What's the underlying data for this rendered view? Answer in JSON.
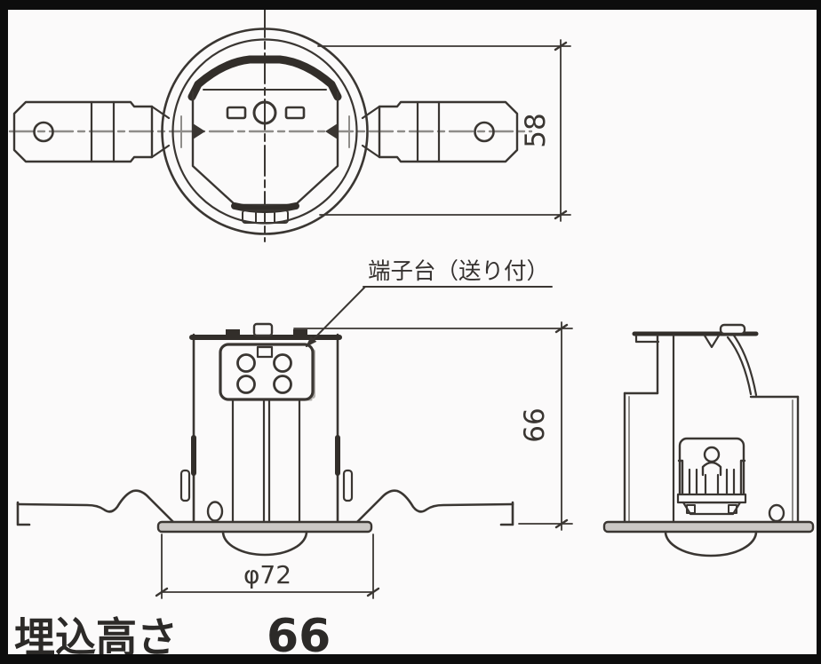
{
  "drawing": {
    "background": "#fbfafa",
    "frame_color": "#0d0d0d",
    "line_color": "#3a3632",
    "dark_color": "#322e2a",
    "centerline_color": "#8f8d8a",
    "metal_fill": "#cbc8c5",
    "top_view": {
      "span_dimension": "58"
    },
    "front_view": {
      "terminal_label": "端子台（送り付）",
      "height_dimension": "66",
      "diameter_dimension": "φ72"
    },
    "footer": {
      "label": "埋込高さ",
      "value": "66"
    }
  }
}
